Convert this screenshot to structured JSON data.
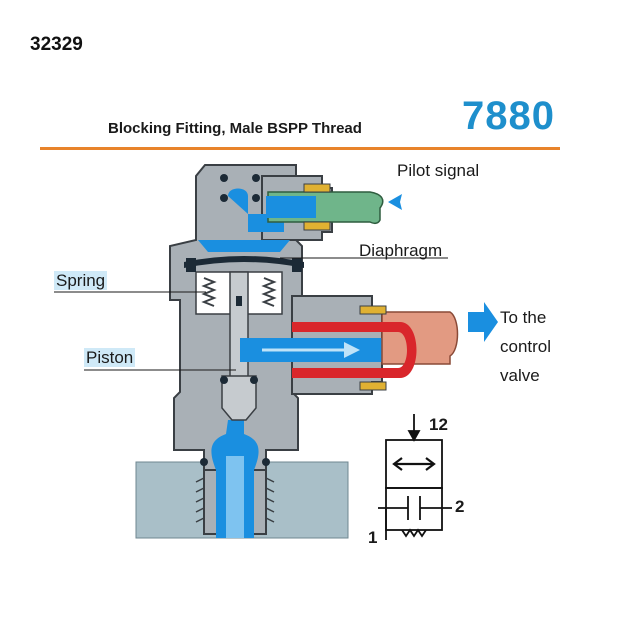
{
  "header": {
    "ref_code": "32329",
    "title": "Blocking Fitting, Male BSPP Thread",
    "product_number": "7880"
  },
  "labels": {
    "pilot_signal": "Pilot signal",
    "diaphragm": "Diaphragm",
    "spring": "Spring",
    "piston": "Piston",
    "control_valve_line1": "To the",
    "control_valve_line2": "control",
    "control_valve_line3": "valve"
  },
  "symbol": {
    "port_12": "12",
    "port_2": "2",
    "port_1": "1"
  },
  "colors": {
    "accent_orange": "#e8832a",
    "product_blue": "#1e8fcc",
    "air_blue": "#1a8fe0",
    "body_grey": "#a9b0b6",
    "label_highlight": "#cfe9f7",
    "tube_red": "#d9262b",
    "tube_salmon": "#e29a82",
    "tube_green": "#6fb58a"
  }
}
